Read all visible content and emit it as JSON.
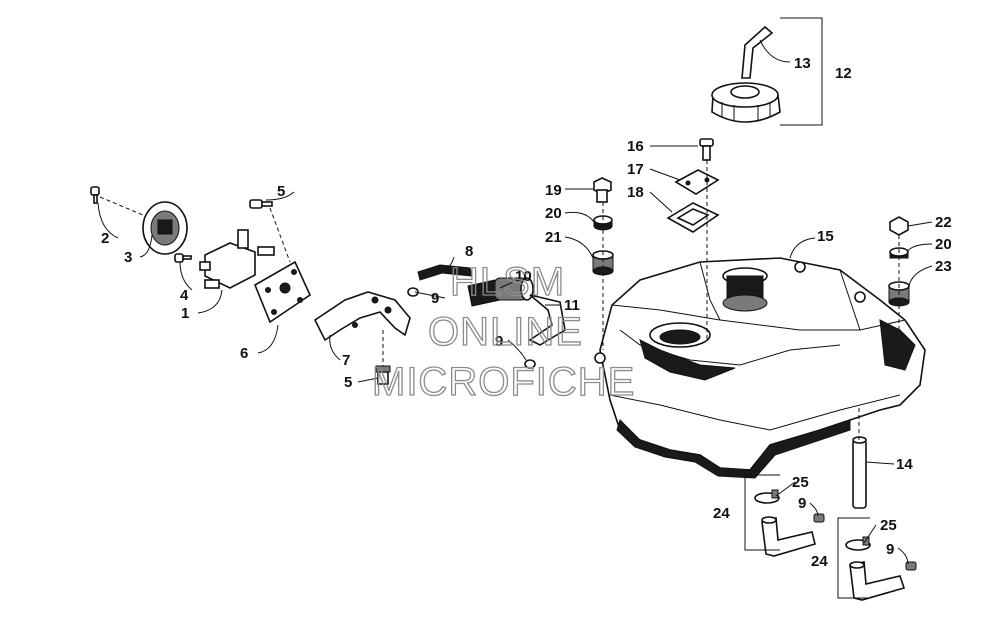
{
  "callouts": [
    {
      "id": "c1",
      "text": "1"
    },
    {
      "id": "c2",
      "text": "2"
    },
    {
      "id": "c3",
      "text": "3"
    },
    {
      "id": "c4",
      "text": "4"
    },
    {
      "id": "c5a",
      "text": "5"
    },
    {
      "id": "c5b",
      "text": "5"
    },
    {
      "id": "c6",
      "text": "6"
    },
    {
      "id": "c7",
      "text": "7"
    },
    {
      "id": "c8",
      "text": "8"
    },
    {
      "id": "c9a",
      "text": "9"
    },
    {
      "id": "c9b",
      "text": "9"
    },
    {
      "id": "c9c",
      "text": "9"
    },
    {
      "id": "c9d",
      "text": "9"
    },
    {
      "id": "c10",
      "text": "10"
    },
    {
      "id": "c11",
      "text": "11"
    },
    {
      "id": "c12",
      "text": "12"
    },
    {
      "id": "c13",
      "text": "13"
    },
    {
      "id": "c14",
      "text": "14"
    },
    {
      "id": "c15",
      "text": "15"
    },
    {
      "id": "c16",
      "text": "16"
    },
    {
      "id": "c17",
      "text": "17"
    },
    {
      "id": "c18",
      "text": "18"
    },
    {
      "id": "c19",
      "text": "19"
    },
    {
      "id": "c20a",
      "text": "20"
    },
    {
      "id": "c20b",
      "text": "20"
    },
    {
      "id": "c21",
      "text": "21"
    },
    {
      "id": "c22",
      "text": "22"
    },
    {
      "id": "c23",
      "text": "23"
    },
    {
      "id": "c24a",
      "text": "24"
    },
    {
      "id": "c24b",
      "text": "24"
    },
    {
      "id": "c25a",
      "text": "25"
    },
    {
      "id": "c25b",
      "text": "25"
    }
  ],
  "watermark": {
    "line1": "HLSM",
    "line2": "ONLINE",
    "line3": "MICROFICHE"
  }
}
